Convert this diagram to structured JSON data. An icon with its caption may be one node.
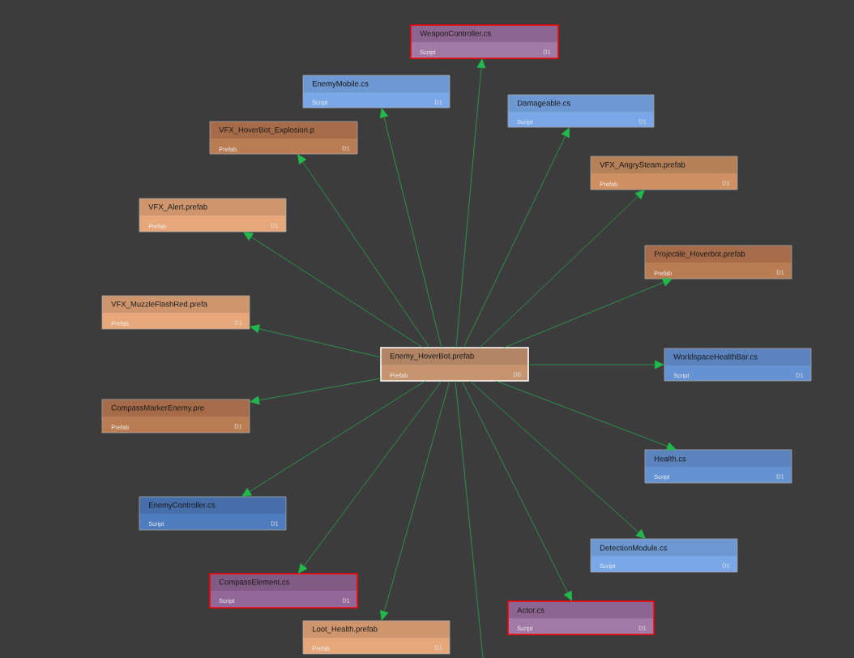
{
  "diagram": {
    "nodes": [
      {
        "text": [
          "Enemy_HoverBot.prefab",
          "Prefab",
          "D0"
        ]
      },
      {
        "text": [
          "WeaponController.cs",
          "Script",
          "D1"
        ]
      },
      {
        "text": [
          "EnemyMobile.cs",
          "Script",
          "D1"
        ]
      },
      {
        "text": [
          "Damageable.cs",
          "Script",
          "D1"
        ]
      },
      {
        "text": [
          "VFX_HoverBot_Explosion.p",
          "Prefab",
          "D1"
        ]
      },
      {
        "text": [
          "VFX_AngrySteam.prefab",
          "Prefab",
          "D1"
        ]
      },
      {
        "text": [
          "VFX_Alert.prefab",
          "Prefab",
          "D1"
        ]
      },
      {
        "text": [
          "Projectile_Hoverbot.prefab",
          "Prefab",
          "D1"
        ]
      },
      {
        "text": [
          "VFX_MuzzleFlashRed.prefa",
          "Prefab",
          "D1"
        ]
      },
      {
        "text": [
          "WorldspaceHealthBar.cs",
          "Script",
          "D1"
        ]
      },
      {
        "text": [
          "CompassMarkerEnemy.pre",
          "Prefab",
          "D1"
        ]
      },
      {
        "text": [
          "Health.cs",
          "Script",
          "D1"
        ]
      },
      {
        "text": [
          "EnemyController.cs",
          "Script",
          "D1"
        ]
      },
      {
        "text": [
          "DetectionModule.cs",
          "Script",
          "D1"
        ]
      },
      {
        "text": [
          "CompassElement.cs",
          "Script",
          "D1"
        ]
      },
      {
        "text": [
          "Actor.cs",
          "Script",
          "D1"
        ]
      },
      {
        "text": [
          "Loot_Health.prefab",
          "Prefab",
          "D1"
        ]
      }
    ],
    "edges": [
      {
        "from": 0,
        "to": 1,
        "arrow": "to"
      },
      {
        "from": 0,
        "to": 2,
        "arrow": "to"
      },
      {
        "from": 0,
        "to": 3,
        "arrow": "to"
      },
      {
        "from": 0,
        "to": 4,
        "arrow": "to"
      },
      {
        "from": 0,
        "to": 5,
        "arrow": "to"
      },
      {
        "from": 0,
        "to": 6,
        "arrow": "to"
      },
      {
        "from": 0,
        "to": 7,
        "arrow": "to"
      },
      {
        "from": 0,
        "to": 8,
        "arrow": "to"
      },
      {
        "from": 0,
        "to": 9,
        "arrow": "to"
      },
      {
        "from": 0,
        "to": 10,
        "arrow": "to"
      },
      {
        "from": 0,
        "to": 11,
        "arrow": "to"
      },
      {
        "from": 0,
        "to": 12,
        "arrow": "to"
      },
      {
        "from": 0,
        "to": 13,
        "arrow": "to"
      },
      {
        "from": 0,
        "to": 14,
        "arrow": "to"
      },
      {
        "from": 0,
        "to": 15,
        "arrow": "to"
      },
      {
        "from": 0,
        "to": 16,
        "arrow": "to"
      },
      {
        "from": 0,
        "to": null,
        "arrow": "none"
      }
    ]
  }
}
